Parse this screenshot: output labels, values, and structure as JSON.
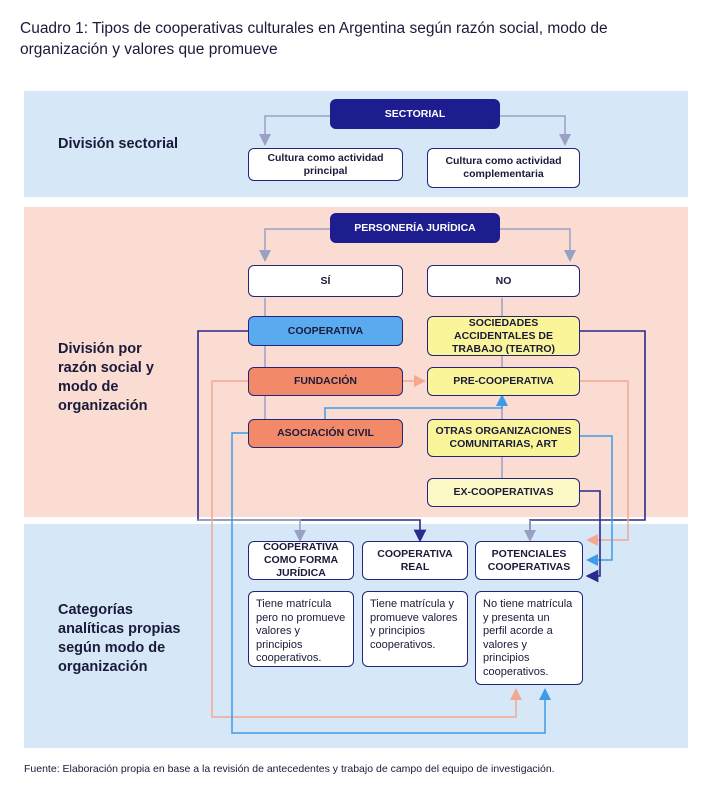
{
  "title": "Cuadro 1: Tipos de cooperativas culturales en Argentina según razón social, modo de organización y valores que promueve",
  "sections": {
    "sectorial": "División sectorial",
    "razon_social": "División por razón social y modo de organización",
    "categorias": "Categorías analíticas propias según modo de organización"
  },
  "boxes": {
    "sectorial": "SECTORIAL",
    "cultura_principal": "Cultura como actividad principal",
    "cultura_complementaria": "Cultura como actividad complementaria",
    "personeria": "PERSONERÍA JURÍDICA",
    "si": "SÍ",
    "no": "NO",
    "cooperativa": "COOPERATIVA",
    "sociedades": "SOCIEDADES ACCIDENTALES DE TRABAJO (TEATRO)",
    "fundacion": "FUNDACIÓN",
    "precooperativa": "PRE-COOPERATIVA",
    "asociacion": "ASOCIACIÓN CIVIL",
    "otras": "OTRAS ORGANIZACIONES COMUNITARIAS, ART",
    "excooperativas": "EX-COOPERATIVAS",
    "forma_juridica": "COOPERATIVA COMO FORMA JURÍDICA",
    "real": "COOPERATIVA REAL",
    "potenciales": "POTENCIALES COOPERATIVAS"
  },
  "descriptions": {
    "forma_juridica": "Tiene matrícula pero no promueve valores y principios cooperativos.",
    "real": "Tiene matrícula y promueve valores y principios cooperativos.",
    "potenciales": "No tiene matrícula y presenta un perfil acorde a valores y principios cooperativos."
  },
  "colors": {
    "band_blue": "#d6e7f8",
    "band_pink": "#fbdcd3",
    "dark_navy": "#1d1d8f",
    "light_blue": "#5aaaf0",
    "salmon": "#f28a6a",
    "yellow": "#fbf59a",
    "pale_yellow": "#fcf8c6",
    "connector_gray": "#8a8fb0"
  },
  "footer": "Fuente: Elaboración propia en base a la revisión de antecedentes y trabajo de campo del equipo de investigación."
}
